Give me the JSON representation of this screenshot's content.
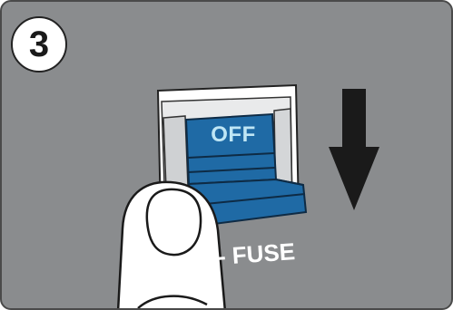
{
  "step": {
    "number": "3"
  },
  "switch": {
    "state_label": "OFF",
    "panel_label": "- FUSE",
    "color": "#1f6aa5"
  },
  "icons": {
    "direction": "arrow-down-icon",
    "hand": "finger-icon"
  },
  "colors": {
    "background": "#8a8c8e",
    "switch_blue": "#1f6aa5",
    "arrow": "#1a1a1a",
    "label_text": "#ffffff"
  }
}
